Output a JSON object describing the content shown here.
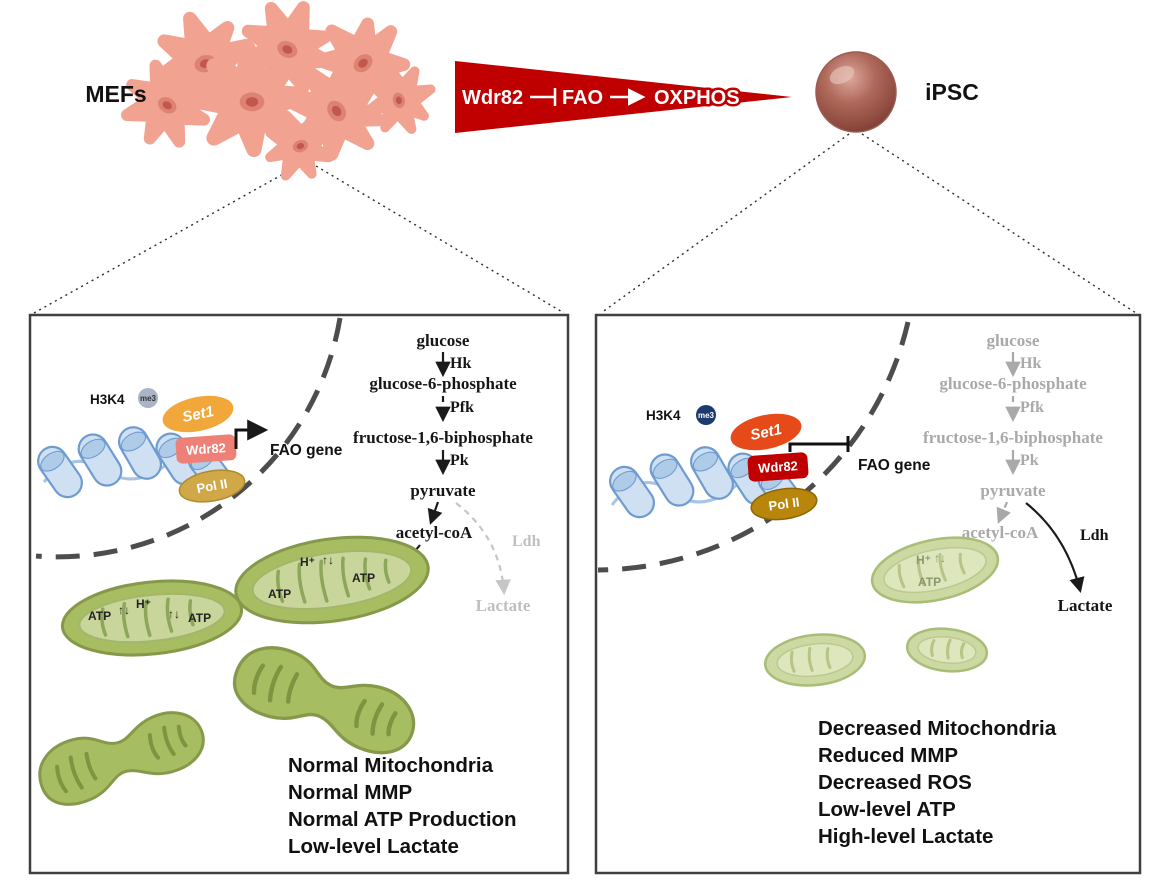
{
  "top": {
    "mefs_label": "MEFs",
    "ipsc_label": "iPSC",
    "wedge": {
      "wdr82": "Wdr82",
      "fao": "FAO",
      "oxphos": "OXPHOS"
    }
  },
  "left": {
    "chromatin": {
      "h3k4": "H3K4",
      "me3": "me3",
      "set1": "Set1",
      "wdr82": "Wdr82",
      "pol2": "Pol II",
      "fao_gene": "FAO gene"
    },
    "pathway": {
      "glucose": "glucose",
      "hk": "Hk",
      "g6p": "glucose-6-phosphate",
      "pfk": "Pfk",
      "f16bp": "fructose-1,6-biphosphate",
      "pk": "Pk",
      "pyruvate": "pyruvate",
      "acetyl_coa": "acetyl-coA",
      "ldh": "Ldh",
      "lactate": "Lactate"
    },
    "mito": {
      "atp": "ATP",
      "h_plus": "H⁺",
      "flux": "↑↓"
    },
    "summary": [
      "Normal Mitochondria",
      "Normal MMP",
      "Normal ATP Production",
      "Low-level Lactate"
    ]
  },
  "right": {
    "chromatin": {
      "h3k4": "H3K4",
      "me3": "me3",
      "set1": "Set1",
      "wdr82": "Wdr82",
      "pol2": "Pol II",
      "fao_gene": "FAO gene"
    },
    "pathway": {
      "glucose": "glucose",
      "hk": "Hk",
      "g6p": "glucose-6-phosphate",
      "pfk": "Pfk",
      "f16bp": "fructose-1,6-biphosphate",
      "pk": "Pk",
      "pyruvate": "pyruvate",
      "acetyl_coa": "acetyl-coA",
      "ldh": "Ldh",
      "lactate": "Lactate"
    },
    "mito": {
      "atp": "ATP",
      "h_plus": "H⁺",
      "flux": "↑↓"
    },
    "summary": [
      "Decreased Mitochondria",
      "Reduced MMP",
      "Decreased ROS",
      "Low-level ATP",
      "High-level Lactate"
    ]
  },
  "colors": {
    "wedge_red": "#C00000",
    "mef_cell_pink": "#F2A291",
    "ipsc_brown": "#9C5247",
    "mito_green": "#A7BD62",
    "mito_pale_green": "#CCD9A3",
    "inactive_gray": "#A6A6A6",
    "set1_orange": "#F2A73B",
    "set1_red": "#E64A19",
    "wdr82_pink": "#EF8078",
    "wdr82_red": "#C00000",
    "pol2_gold": "#D1A848",
    "nucleosome_blue": "#CFE0F2"
  }
}
